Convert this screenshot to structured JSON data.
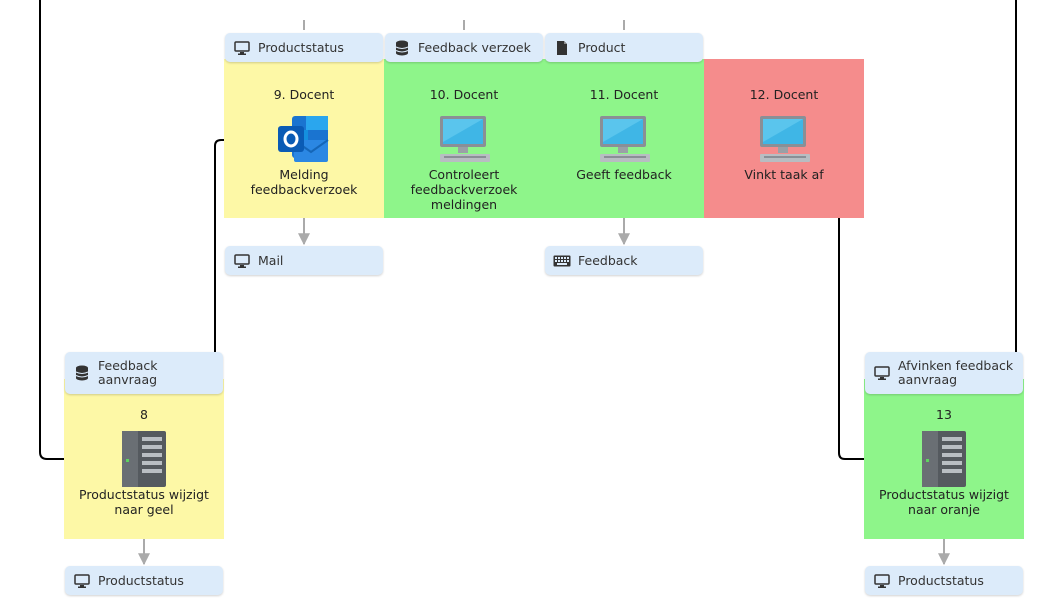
{
  "steps": {
    "s8": {
      "title": "8",
      "label": "Productstatus wijzigt\nnaar geel"
    },
    "s9": {
      "title": "9. Docent",
      "label": "Melding\nfeedbackverzoek"
    },
    "s10": {
      "title": "10. Docent",
      "label": "Controleert\nfeedbackverzoek\nmeldingen"
    },
    "s11": {
      "title": "11. Docent",
      "label": "Geeft feedback"
    },
    "s12": {
      "title": "12. Docent",
      "label": "Vinkt taak af"
    },
    "s13": {
      "title": "13",
      "label": "Productstatus wijzigt\nnaar oranje"
    }
  },
  "tags": {
    "t9_in": {
      "text": "Productstatus",
      "icon": "monitor-icon"
    },
    "t10_in": {
      "text": "Feedback verzoek",
      "icon": "database-icon"
    },
    "t11_in": {
      "text": "Product",
      "icon": "document-icon"
    },
    "t9_out": {
      "text": "Mail",
      "icon": "monitor-icon"
    },
    "t11_out": {
      "text": "Feedback",
      "icon": "keyboard-icon"
    },
    "t8_in": {
      "text": "Feedback\naanvraag",
      "icon": "database-icon"
    },
    "t8_out": {
      "text": "Productstatus",
      "icon": "monitor-icon"
    },
    "t13_in": {
      "text": "Afvinken feedback\naanvraag",
      "icon": "monitor-icon"
    },
    "t13_out": {
      "text": "Productstatus",
      "icon": "monitor-icon"
    }
  },
  "colors": {
    "yellow": "#fdf8a6",
    "green": "#8ef58a",
    "red": "#f58c8c",
    "tag": "#dcebfa",
    "arrow": "#000000",
    "io_arrow": "#aaaaaa"
  }
}
